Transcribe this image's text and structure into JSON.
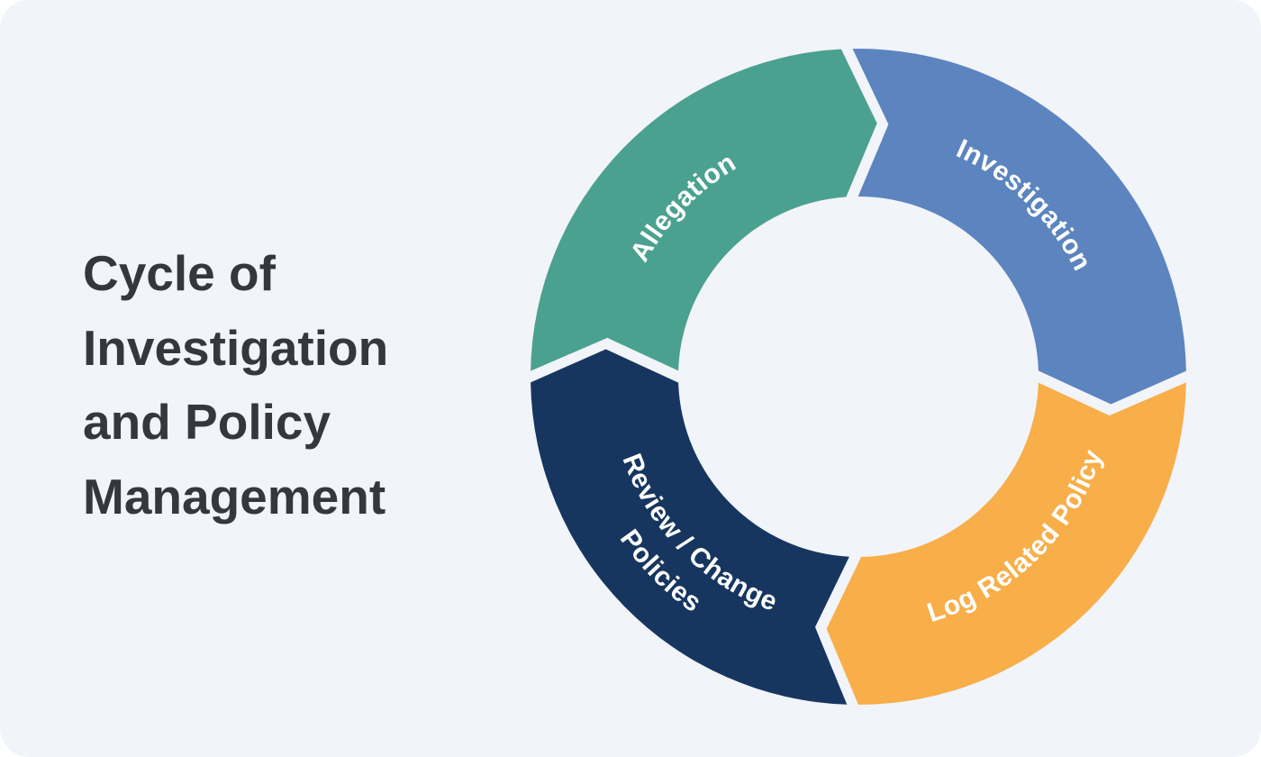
{
  "page": {
    "background": "#FFFFFF",
    "card_background": "#F1F4F9",
    "card_corner_radius": 32
  },
  "title": {
    "text": "Cycle of Investigation and Policy Management",
    "color": "#34383C",
    "lines": [
      "Cycle of",
      "Investigation",
      "and Policy",
      "Management"
    ]
  },
  "diagram": {
    "type": "cycle",
    "direction": "clockwise",
    "label_color": "#FFFFFF",
    "segments": [
      {
        "id": "allegation",
        "order": 1,
        "label": "Allegation",
        "color": "#4BA18F",
        "position": "top-left"
      },
      {
        "id": "investigation",
        "order": 2,
        "label": "Investigation",
        "color": "#5C84BF",
        "position": "top-right"
      },
      {
        "id": "log-related-policy",
        "order": 3,
        "label": "Log Related Policy",
        "color": "#F8AE49",
        "position": "bottom-right"
      },
      {
        "id": "review-change-policies",
        "order": 4,
        "label": "Review / Change Policies",
        "label_line1": "Review / Change",
        "label_line2": "Policies",
        "color": "#16365F",
        "position": "bottom-left"
      }
    ]
  }
}
